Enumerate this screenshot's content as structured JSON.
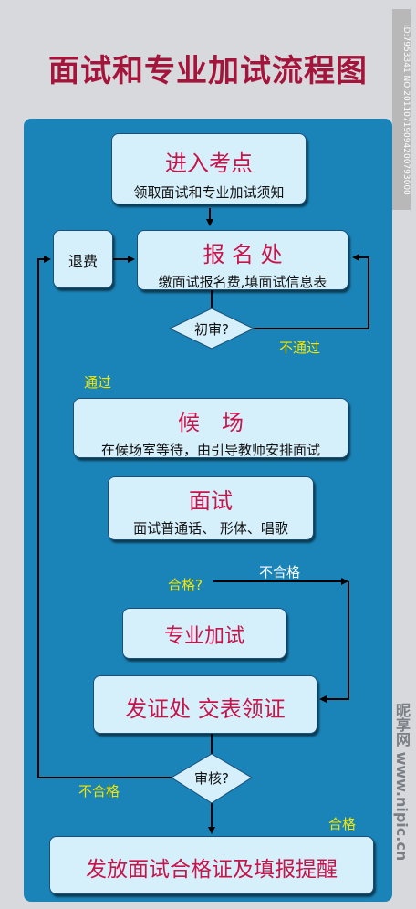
{
  "title": "面试和专业加试流程图",
  "watermark": {
    "id_text": "ID:7953341 NO:20110719094200793000",
    "site_text": "昵享网 www.nipic.cn"
  },
  "boxes": {
    "enter": {
      "title": "进入考点",
      "sub": "领取面试和专业加试须知"
    },
    "refund": {
      "title": "退费"
    },
    "register": {
      "title": "报 名 处",
      "sub": "缴面试报名费,填面试信息表"
    },
    "waiting": {
      "title": "候　场",
      "sub": "在候场室等待，由引导教师安排面试"
    },
    "interview": {
      "title": "面试",
      "sub": "面试普通话、 形体、唱歌"
    },
    "extra_test": {
      "title": "专业加试"
    },
    "certificate": {
      "title": "发证处  交表领证"
    },
    "final": {
      "title": "发放面试合格证及填报提醒"
    }
  },
  "diamonds": {
    "first_review": "初审?",
    "qualified": "合格?",
    "audit": "审核?"
  },
  "notes": {
    "not_pass": "不通过",
    "pass": "通过",
    "not_qualified_1": "不合格",
    "not_qualified_2": "不合格",
    "qualified": "合格"
  },
  "colors": {
    "background": "#d8d9dc",
    "panel": "#1a84b8",
    "box_fill": "#d6f0fb",
    "title_red": "#a3153b",
    "label_yellow": "#f3e600"
  }
}
